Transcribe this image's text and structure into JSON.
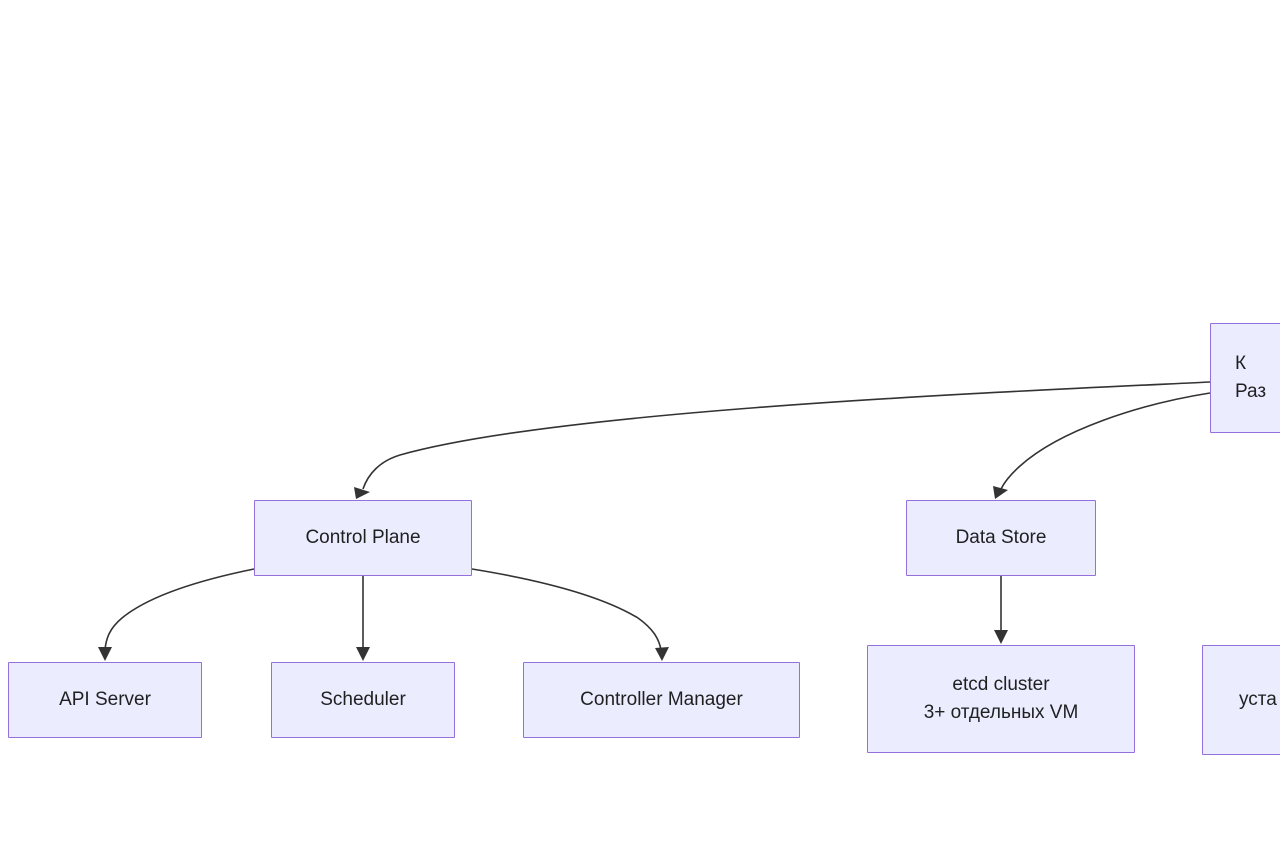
{
  "diagram": {
    "type": "flowchart",
    "direction": "top-down",
    "background_color": "#ffffff",
    "node_fill_color": "#ececff",
    "node_border_color": "#9370db",
    "edge_color": "#333333",
    "text_color": "#1f2020",
    "viewport_note": "root node and right-hand node are clipped by the right edge; API Server node is clipped by the left edge"
  },
  "nodes": {
    "root": {
      "id": "root",
      "line1": "К",
      "line2": "Раз",
      "clipped": "right"
    },
    "control_plane": {
      "id": "control-plane",
      "label": "Control Plane"
    },
    "data_store": {
      "id": "data-store",
      "label": "Data Store"
    },
    "api_server": {
      "id": "api-server",
      "label": "API Server",
      "clipped": "left"
    },
    "scheduler": {
      "id": "scheduler",
      "label": "Scheduler"
    },
    "controller_manager": {
      "id": "controller-manager",
      "label": "Controller Manager"
    },
    "etcd": {
      "id": "etcd",
      "line1": "etcd cluster",
      "line2": "3+ отдельных VM"
    },
    "install": {
      "id": "install",
      "label": "уста",
      "clipped": "right"
    }
  },
  "edges": [
    {
      "from": "root",
      "to": "control_plane",
      "style": "curved",
      "arrow": "filled-triangle"
    },
    {
      "from": "root",
      "to": "data_store",
      "style": "curved",
      "arrow": "filled-triangle"
    },
    {
      "from": "control_plane",
      "to": "api_server",
      "style": "curved",
      "arrow": "filled-triangle"
    },
    {
      "from": "control_plane",
      "to": "scheduler",
      "style": "straight",
      "arrow": "filled-triangle"
    },
    {
      "from": "control_plane",
      "to": "controller_manager",
      "style": "curved",
      "arrow": "filled-triangle"
    },
    {
      "from": "data_store",
      "to": "etcd",
      "style": "straight",
      "arrow": "filled-triangle"
    }
  ]
}
